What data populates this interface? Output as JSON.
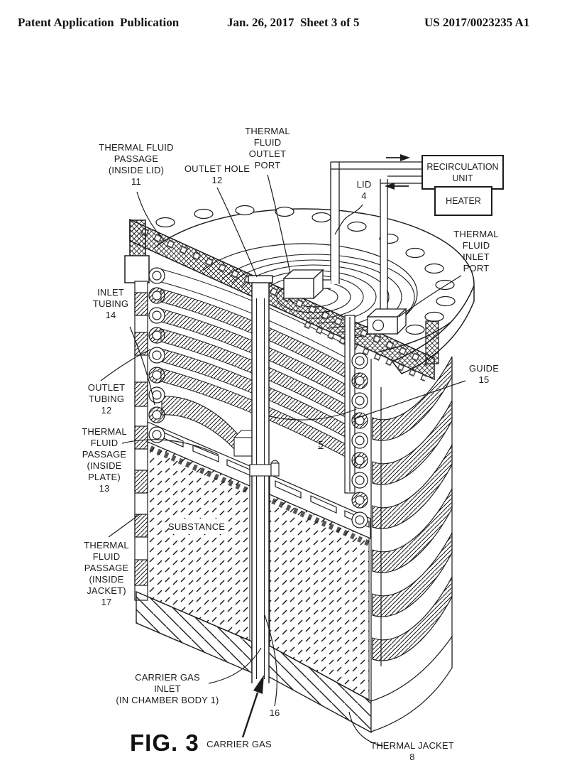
{
  "page": {
    "background": "#ffffff",
    "ink": "#1c1c1c"
  },
  "header": {
    "left": "Patent Application  Publication",
    "center": "Jan. 26, 2017  Sheet 3 of 5",
    "right": "US 2017/0023235 A1"
  },
  "figure": {
    "caption": "FIG. 3"
  },
  "recirculation": {
    "unit_label": "RECIRCULATION\nUNIT",
    "heater_label": "HEATER"
  },
  "labels": {
    "thermal_fluid_passage_lid": "THERMAL FLUID\nPASSAGE\n(INSIDE LID)\n11",
    "outlet_hole": "OUTLET HOLE\n12",
    "thermal_fluid_outlet_port": "THERMAL\nFLUID\nOUTLET\nPORT",
    "lid": "LID\n4",
    "thermal_fluid_inlet_port": "THERMAL\nFLUID\nINLET\nPORT",
    "inlet_tubing": "INLET\nTUBING\n14",
    "outlet_tubing": "OUTLET\nTUBING\n12",
    "thermal_fluid_passage_plate": "THERMAL\nFLUID\nPASSAGE\n(INSIDE\nPLATE)\n13",
    "guide": "GUIDE\n15",
    "chamber_ref": "5",
    "substance": "SUBSTANCE",
    "thermal_fluid_passage_jacket": "THERMAL\nFLUID\nPASSAGE\n(INSIDE\nJACKET)\n17",
    "carrier_gas_inlet": "CARRIER GAS\nINLET\n(IN CHAMBER BODY 1)",
    "tube_ref": "16",
    "carrier_gas": "CARRIER GAS",
    "thermal_jacket": "THERMAL JACKET\n8"
  }
}
